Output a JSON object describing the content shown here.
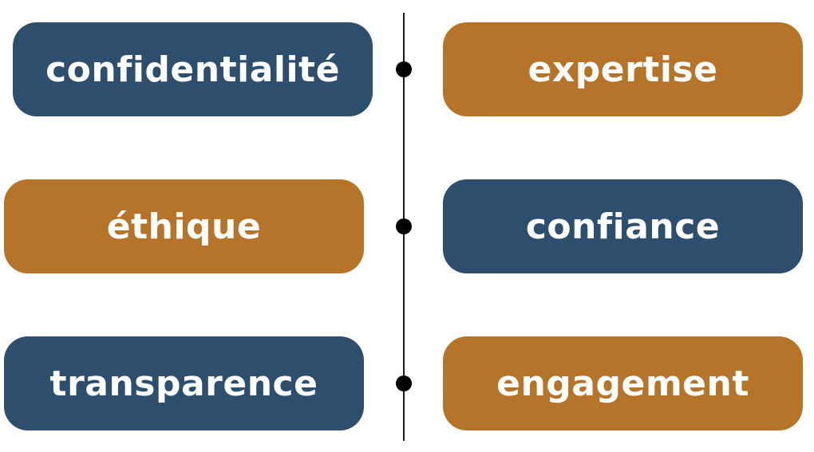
{
  "colors": {
    "blue": "#2d4e6c",
    "orange": "#b5742a",
    "text": "#ffffff",
    "line": "#1a1a1a"
  },
  "rows": [
    {
      "left": {
        "label": "confidentialité",
        "color": "blue"
      },
      "right": {
        "label": "expertise",
        "color": "orange"
      }
    },
    {
      "left": {
        "label": "éthique",
        "color": "orange"
      },
      "right": {
        "label": "confiance",
        "color": "blue"
      }
    },
    {
      "left": {
        "label": "transparence",
        "color": "blue"
      },
      "right": {
        "label": "engagement",
        "color": "orange"
      }
    }
  ]
}
